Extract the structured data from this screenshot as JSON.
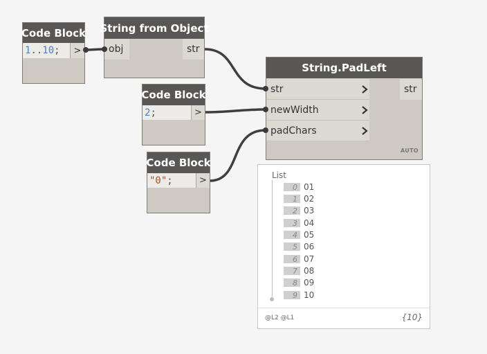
{
  "nodes": {
    "code_block_1": {
      "title": "Code Block",
      "code": {
        "num1": "1",
        "range": "..",
        "num2": "10",
        "end": ";"
      },
      "output": ">"
    },
    "string_from_object": {
      "title": "String from Object",
      "input": "obj",
      "output": "str"
    },
    "code_block_2": {
      "title": "Code Block",
      "code": {
        "num": "2",
        "end": ";"
      },
      "output": ">"
    },
    "code_block_3": {
      "title": "Code Block",
      "code": {
        "str": "\"0\"",
        "end": ";"
      },
      "output": ">"
    },
    "pad_left": {
      "title": "String.PadLeft",
      "inputs": [
        "str",
        "newWidth",
        "padChars"
      ],
      "output": "str",
      "lacing": "AUTO"
    }
  },
  "preview": {
    "header": "List",
    "items": [
      {
        "index": "0",
        "value": "01"
      },
      {
        "index": "1",
        "value": "02"
      },
      {
        "index": "2",
        "value": "03"
      },
      {
        "index": "3",
        "value": "04"
      },
      {
        "index": "4",
        "value": "05"
      },
      {
        "index": "5",
        "value": "06"
      },
      {
        "index": "6",
        "value": "07"
      },
      {
        "index": "7",
        "value": "08"
      },
      {
        "index": "8",
        "value": "09"
      },
      {
        "index": "9",
        "value": "10"
      }
    ],
    "levels": "@L2 @L1",
    "count": "{10}"
  },
  "colors": {
    "canvas": "#f5f5f5",
    "node_body": "#cecac3",
    "node_header": "#595755",
    "wire": "#3f3f3f",
    "number": "#4a82c2",
    "string": "#a0522d"
  }
}
